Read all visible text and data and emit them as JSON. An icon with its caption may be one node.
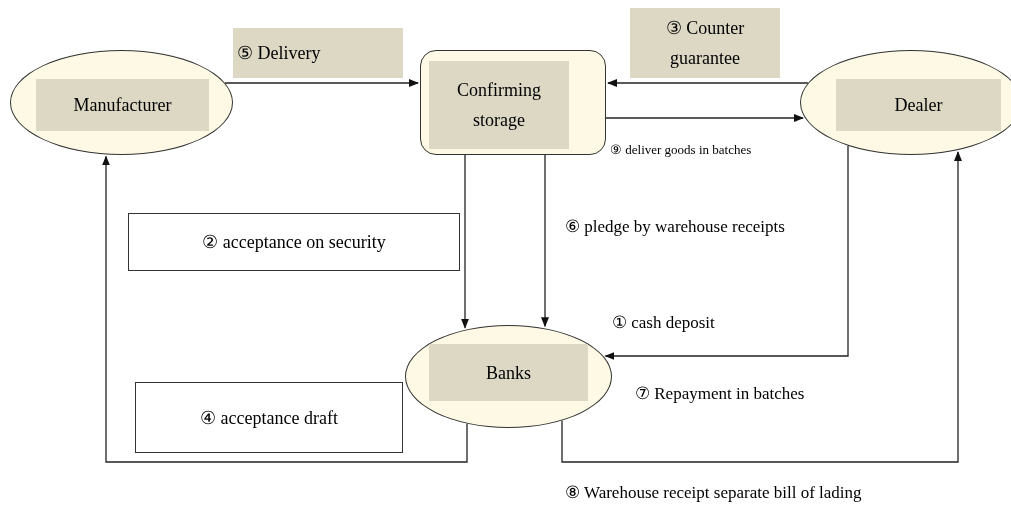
{
  "diagram": {
    "nodes": [
      {
        "text": [
          "⑤  Delivery"
        ]
      },
      {
        "text": [
          "③  Counter guarantee"
        ]
      },
      {
        "text": [
          "Manufacturer"
        ]
      },
      {
        "text": [
          "Confirming storage"
        ]
      },
      {
        "text": [
          "Dealer"
        ]
      },
      {
        "text": [
          "②  acceptance on security"
        ]
      },
      {
        "text": [
          "Banks"
        ]
      },
      {
        "text": [
          "④  acceptance draft"
        ]
      }
    ],
    "edges": [
      {
        "from": 2,
        "to": 3,
        "arrow": "to"
      },
      {
        "from": 4,
        "to": 3,
        "arrow": "to"
      },
      {
        "from": 3,
        "to": 4,
        "arrow": "to",
        "label": "⑨  deliver goods in batches"
      },
      {
        "from": 3,
        "to": 6,
        "arrow": "to"
      },
      {
        "from": 3,
        "to": 6,
        "arrow": "to",
        "label": "⑥  pledge by warehouse receipts"
      },
      {
        "from": 4,
        "to": 6,
        "arrow": "to",
        "label": "①  cash deposit"
      },
      {
        "from": 6,
        "to": 2,
        "arrow": "to"
      },
      {
        "from": 6,
        "to": 4,
        "arrow": "to",
        "label": "⑧  Warehouse receipt separate bill of lading"
      }
    ],
    "labels": [
      "⑦  Repayment in batches"
    ]
  }
}
